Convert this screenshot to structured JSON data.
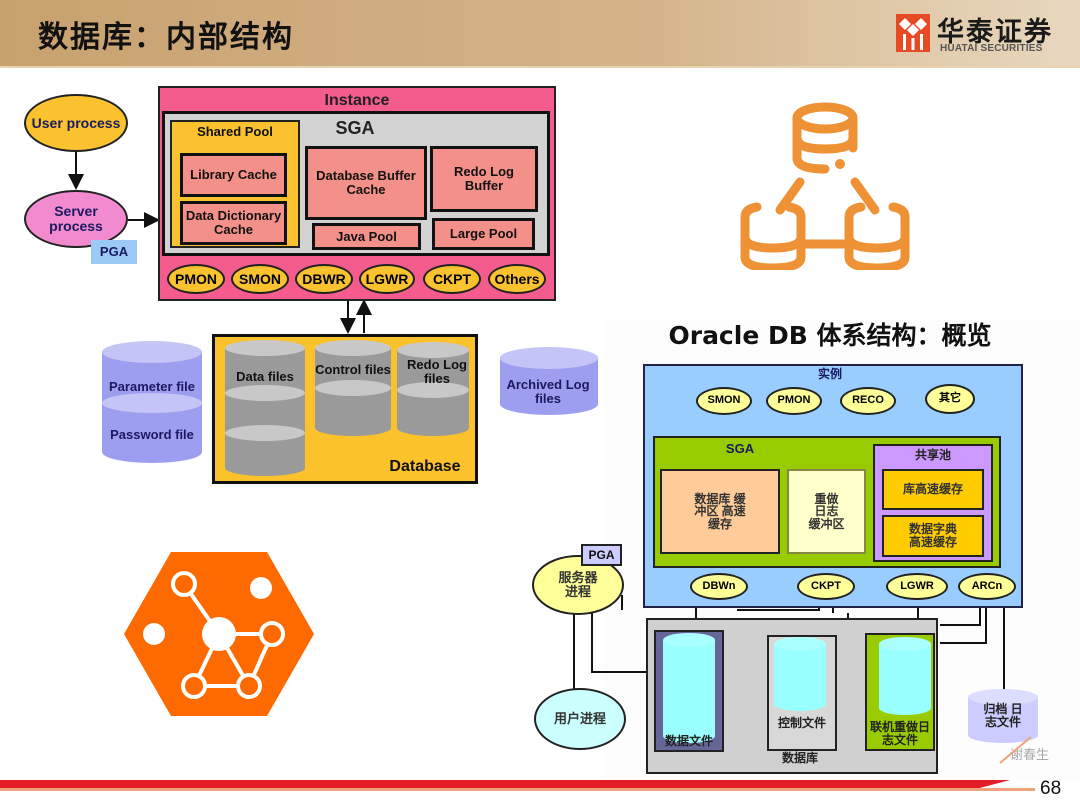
{
  "header": {
    "title": "数据库：内部结构",
    "brand_cn": "华泰证券",
    "brand_en": "HUATAI SECURITIES",
    "brand_color": "#e84b24"
  },
  "left_diagram": {
    "user_process": "User process",
    "server_process": "Server process",
    "pga": "PGA",
    "instance": "Instance",
    "sga": "SGA",
    "shared_pool": "Shared Pool",
    "library_cache": "Library Cache",
    "data_dictionary_cache": "Data Dictionary Cache",
    "db_buffer_cache": "Database Buffer Cache",
    "redo_log_buffer": "Redo Log Buffer",
    "java_pool": "Java Pool",
    "large_pool": "Large Pool",
    "processes": [
      "PMON",
      "SMON",
      "DBWR",
      "LGWR",
      "CKPT",
      "Others"
    ],
    "database": "Database",
    "data_files": "Data files",
    "control_files": "Control files",
    "redo_log_files": "Redo Log files",
    "parameter_file": "Parameter file",
    "password_file": "Password file",
    "archived_log_files": "Archived Log files"
  },
  "right_diagram": {
    "title": "Oracle DB 体系结构：概览",
    "instance": "实例",
    "bg_processes": [
      "SMON",
      "PMON",
      "RECO",
      "其它"
    ],
    "sga": "SGA",
    "db_buffer_cache": "数据库 缓冲区 高速缓存",
    "redo_buffer": "重做 日志 缓冲区",
    "shared_pool": "共享池",
    "library_cache": "库高速缓存",
    "dict_cache": "数据字典 高速缓存",
    "lower_processes": [
      "DBWn",
      "CKPT",
      "LGWR",
      "ARCn"
    ],
    "pga": "PGA",
    "server_process": "服务器 进程",
    "user_process": "用户进程",
    "data_files": "数据文件",
    "control_files": "控制文件",
    "redo_files": "联机重做日志文件",
    "database": "数据库",
    "archive_files": "归档 日志文件"
  },
  "watermark": "谢春生",
  "page_number": "68",
  "colors": {
    "accent_orange": "#ee9235",
    "hex_orange": "#ff6a00",
    "footer_red": "#e31e24"
  }
}
